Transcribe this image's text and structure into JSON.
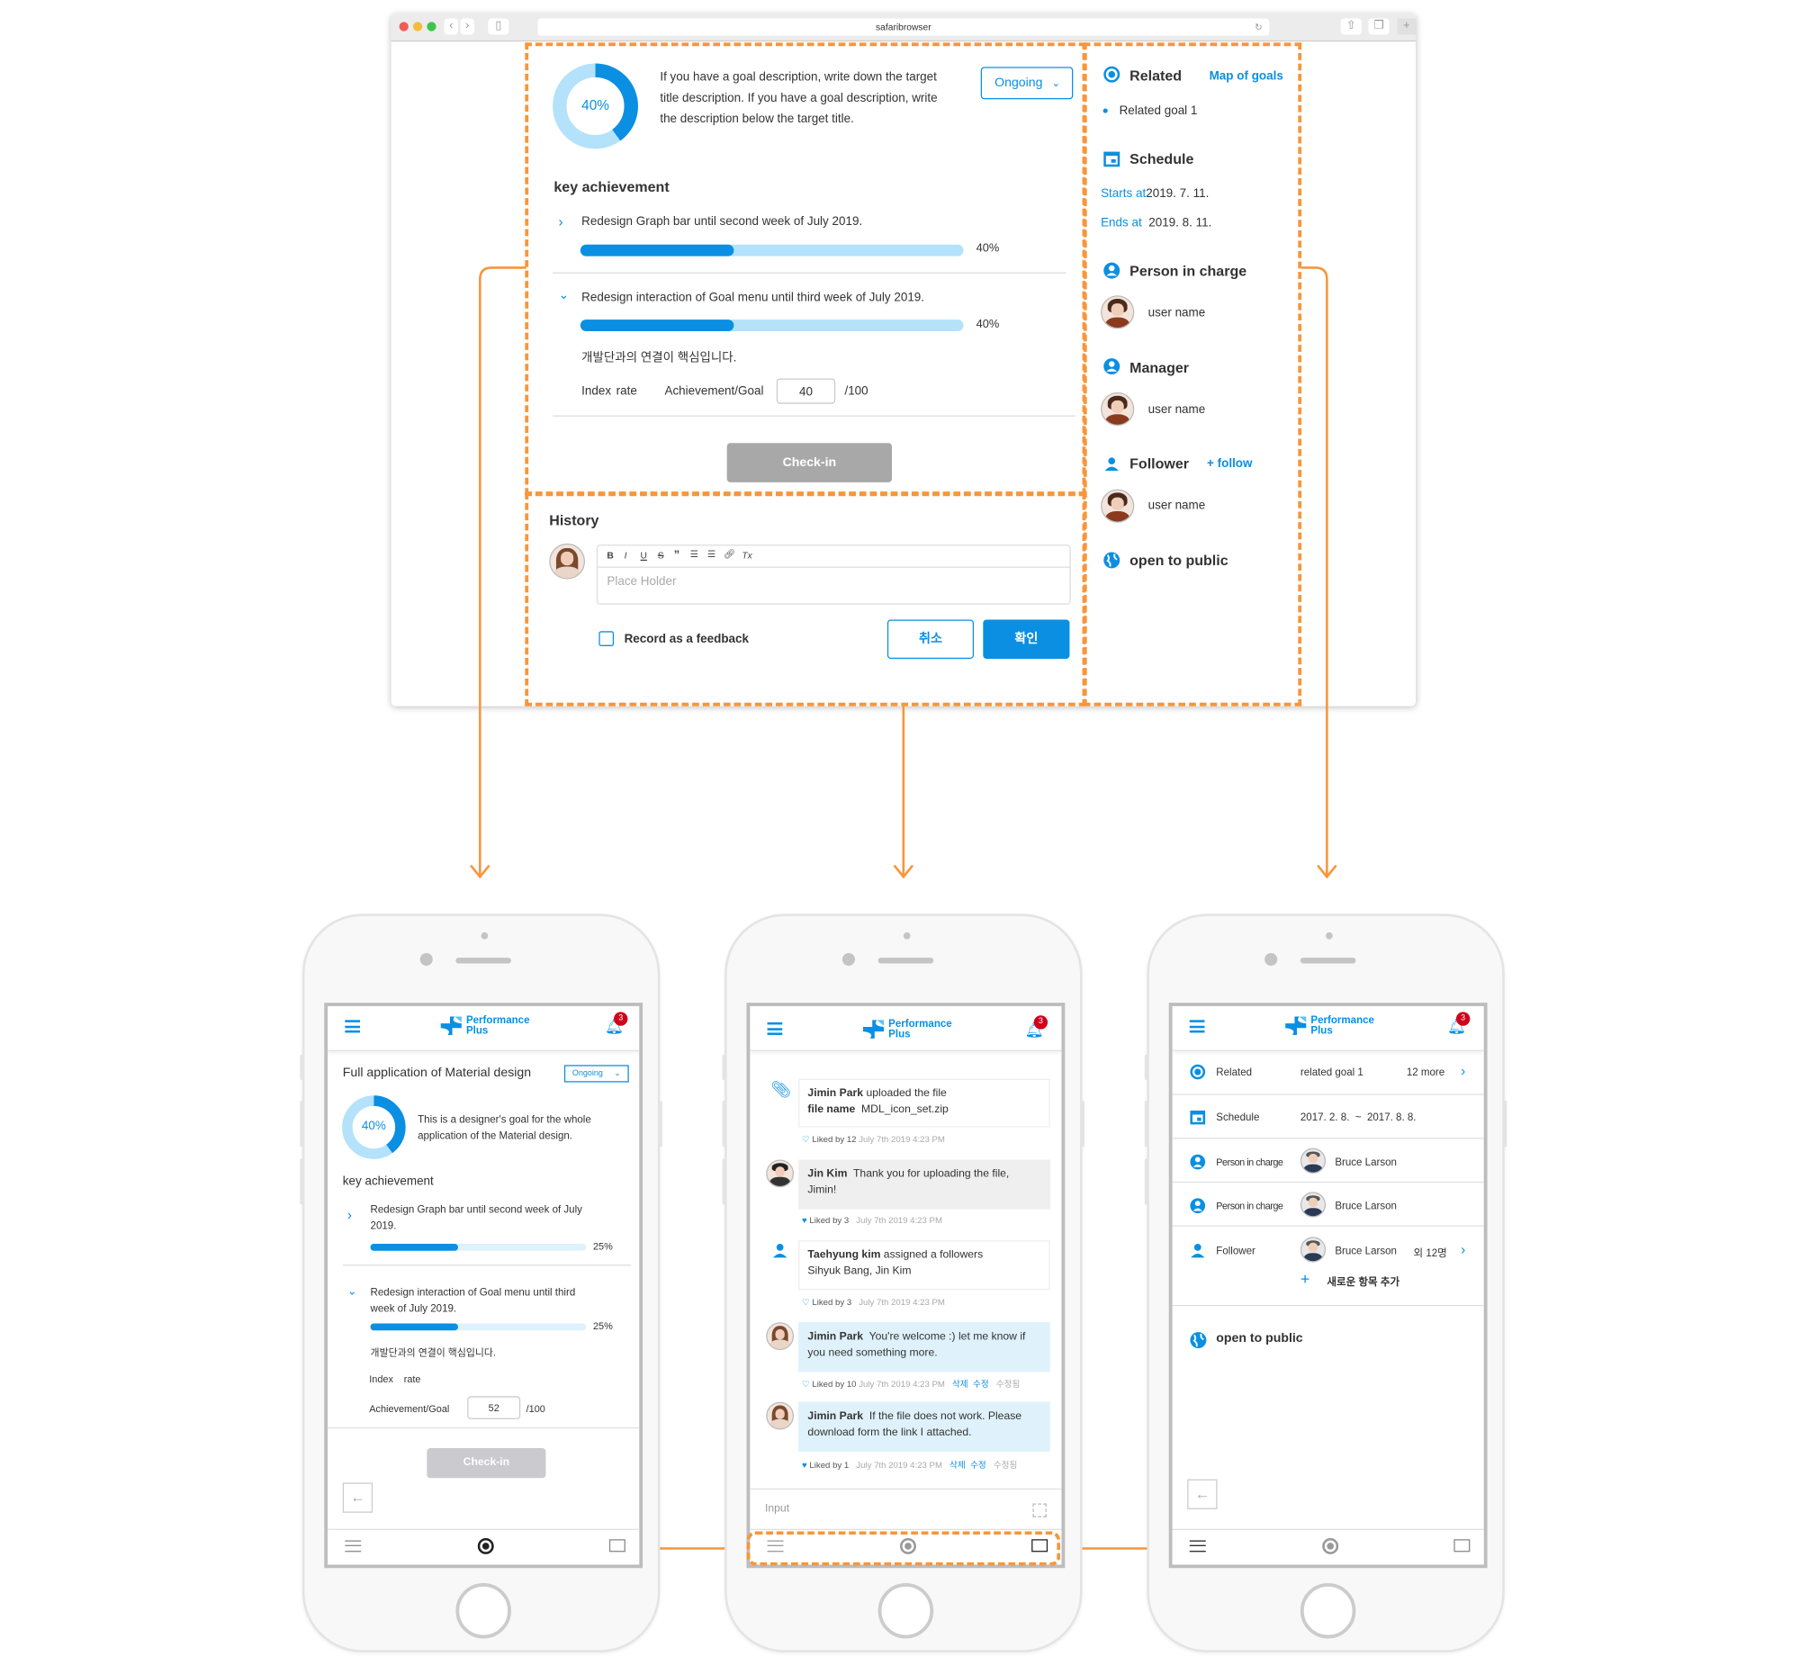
{
  "browser": {
    "url": "safaribrowser",
    "goal": {
      "progress_label": "40%",
      "progress": 40,
      "description": [
        "If you have a goal description, write down the target",
        "title description. If you have a goal description, write",
        "the description below the target title."
      ],
      "status": "Ongoing"
    },
    "key_achievement": {
      "title": "key achievement",
      "items": [
        {
          "text": "Redesign Graph bar until second week of July 2019.",
          "percent_label": "40%",
          "percent": 40,
          "expanded": false
        },
        {
          "text": "Redesign interaction of Goal menu until third week of July 2019.",
          "percent_label": "40%",
          "percent": 40,
          "expanded": true,
          "note": "개발단과의 연결이 핵심입니다.",
          "index_label": "Index",
          "rate_label": "rate",
          "achievement_label": "Achievement/Goal",
          "value": "40",
          "max": "/100"
        }
      ],
      "checkin_label": "Check-in"
    },
    "history": {
      "title": "History",
      "toolbar": [
        "B",
        "I",
        "U",
        "S",
        "”",
        "ol",
        "ul",
        "link",
        "Tx"
      ],
      "placeholder": "Place Holder",
      "feedback_label": "Record as a feedback",
      "cancel_label": "취소",
      "confirm_label": "확인"
    },
    "sidebar": {
      "related": {
        "title": "Related",
        "link": "Map of goals",
        "items": [
          "Related goal 1"
        ]
      },
      "schedule": {
        "title": "Schedule",
        "starts_label": "Starts at",
        "starts": "2019. 7. 11.",
        "ends_label": "Ends at",
        "ends": "2019. 8. 11."
      },
      "person_in_charge": {
        "title": "Person in charge",
        "user": "user name"
      },
      "manager": {
        "title": "Manager",
        "user": "user name"
      },
      "follower": {
        "title": "Follower",
        "link": "+ follow",
        "user": "user name"
      },
      "public": {
        "title": "open to public"
      }
    }
  },
  "app": {
    "logo_line1": "Performance",
    "logo_line2": "Plus",
    "notifications": "3"
  },
  "phone1": {
    "title": "Full application of Material design",
    "status": "Ongoing",
    "progress_label": "40%",
    "description": [
      "This is a designer's goal for the whole",
      "application of the Material design."
    ],
    "key_title": "key achievement",
    "items": [
      {
        "line1": "Redesign Graph bar until second week of July",
        "line2": "2019.",
        "percent_label": "25%"
      },
      {
        "line1": "Redesign interaction of Goal menu until third",
        "line2": "week of July 2019.",
        "percent_label": "25%"
      }
    ],
    "note": "개발단과의 연결이 핵심입니다.",
    "index_label": "Index",
    "rate_label": "rate",
    "achievement_label": "Achievement/Goal",
    "value": "52",
    "max": "/100",
    "checkin_label": "Check-in"
  },
  "phone2": {
    "feed": [
      {
        "type": "file",
        "author": "Jimin Park",
        "action": "uploaded the file",
        "file_label": "file name",
        "file": "MDL_icon_set.zip",
        "likes": "Liked by 12",
        "time": "July 7th 2019 4:23 PM",
        "liked": false
      },
      {
        "type": "comment",
        "author": "Jin Kim",
        "text_line1": "Thank you for uploading the file,",
        "text_line2": "Jimin!",
        "likes": "Liked by 3",
        "time": "July 7th 2019 4:23 PM",
        "liked": true
      },
      {
        "type": "follower",
        "author": "Taehyung kim",
        "action": "assigned a followers",
        "names": "Sihyuk Bang, Jin Kim",
        "likes": "Liked by 3",
        "time": "July 7th 2019 4:23 PM",
        "liked": false
      },
      {
        "type": "mine",
        "author": "Jimin Park",
        "text_line1": "You're welcome :) let me know if",
        "text_line2": "you need something more.",
        "likes": "Liked by 10",
        "time": "July 7th 2019 4:23 PM",
        "delete": "삭제",
        "edit": "수정",
        "edited": "수정됨",
        "liked": false
      },
      {
        "type": "mine",
        "author": "Jimin Park",
        "text_line1": "If the file does not work. Please",
        "text_line2": "download form the link I attached.",
        "likes": "Liked by 1",
        "time": "July 7th 2019 4:23 PM",
        "delete": "삭제",
        "edit": "수정",
        "edited": "수정됨",
        "liked": true
      }
    ],
    "input_placeholder": "Input"
  },
  "phone3": {
    "rows": [
      {
        "label": "Related",
        "value": "related goal 1",
        "more": "12 more"
      },
      {
        "label": "Schedule",
        "value": "2017. 2. 8.  ~  2017. 8. 8."
      },
      {
        "label": "Person in charge",
        "value": "Bruce Larson"
      },
      {
        "label": "Person in charge",
        "value": "Bruce Larson"
      },
      {
        "label": "Follower",
        "value": "Bruce Larson",
        "extra": "외 12명"
      }
    ],
    "add_label": "새로운 항목 추가",
    "public_label": "open to public"
  },
  "colors": {
    "accent": "#0a8fe3",
    "accent_light": "#b3e2fa",
    "annotation": "#f7963a",
    "badge": "#d0021b",
    "disabled": "#a8a8a8"
  }
}
